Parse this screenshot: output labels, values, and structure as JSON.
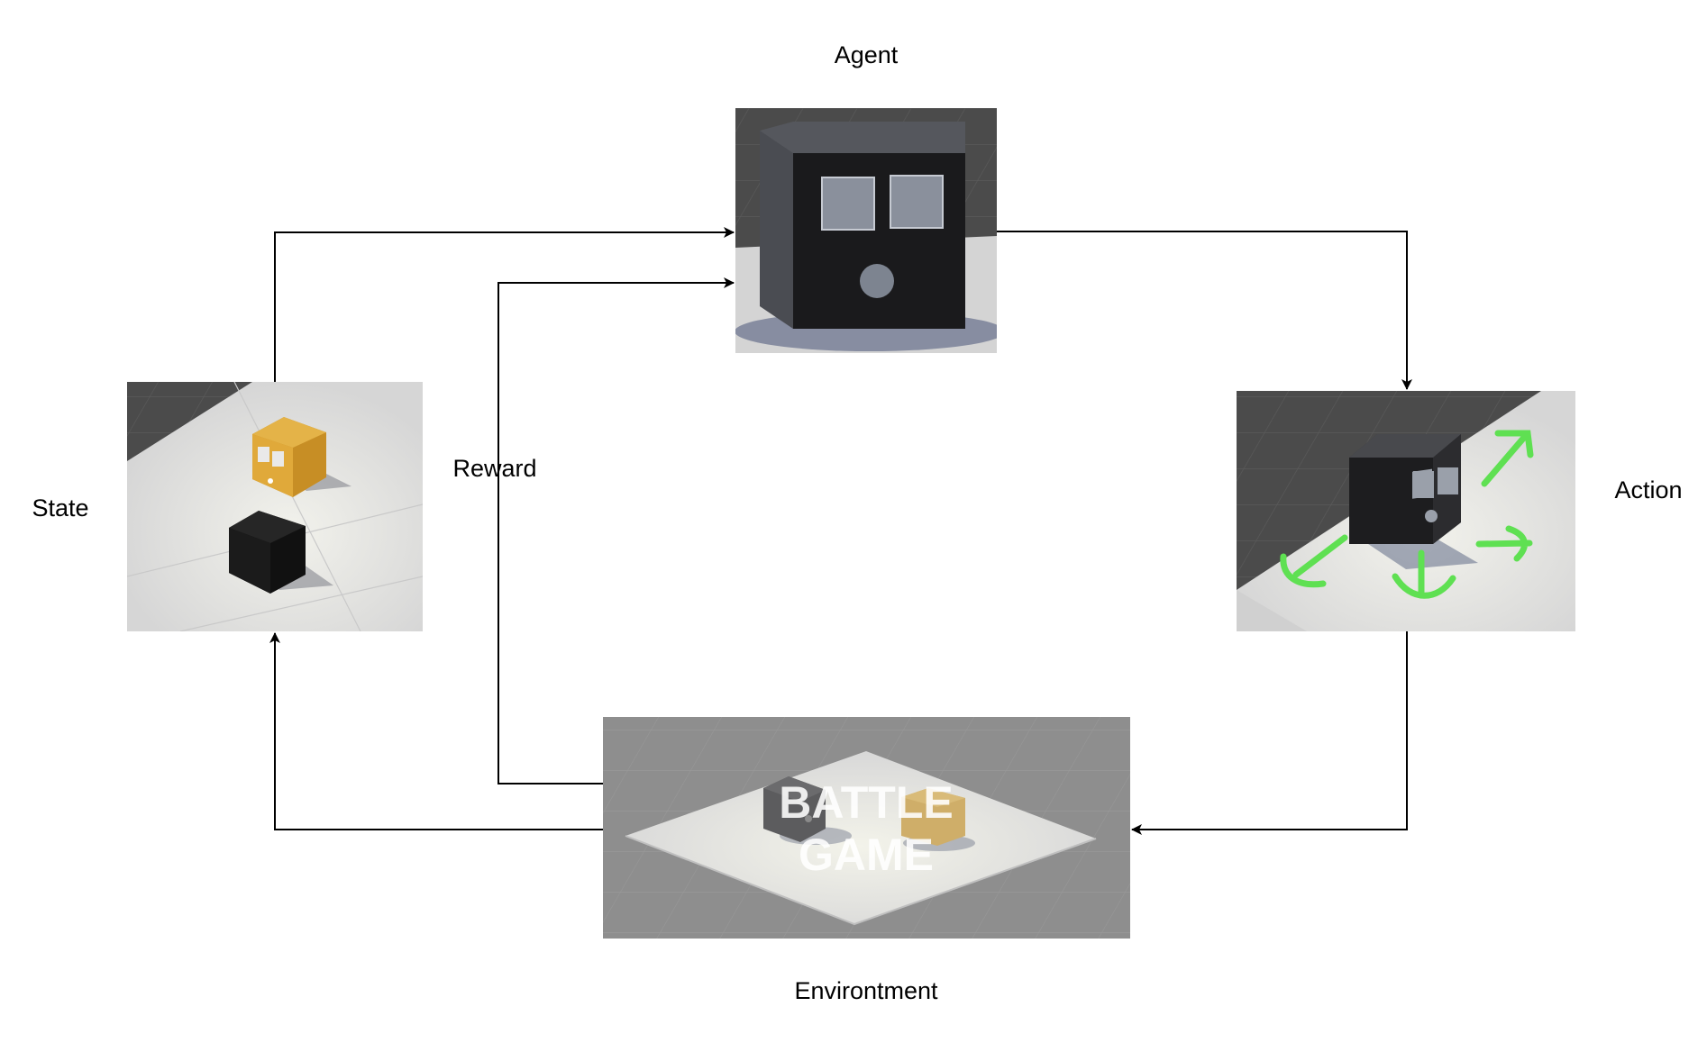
{
  "labels": {
    "agent": "Agent",
    "state": "State",
    "action": "Action",
    "reward": "Reward",
    "environment": "Environtment"
  },
  "environment_overlay": {
    "line1": "BATTLE",
    "line2": "GAME"
  },
  "colors": {
    "agent_body": "#1a1a1c",
    "agent_side": "#4a4c52",
    "agent_eyes": "#8a909c",
    "yellow_agent": "#e0a93a",
    "arrow_green": "#5fe052",
    "floor": "#d9d9d9",
    "background_grid": "#4a4a4a",
    "connector": "#000000"
  }
}
